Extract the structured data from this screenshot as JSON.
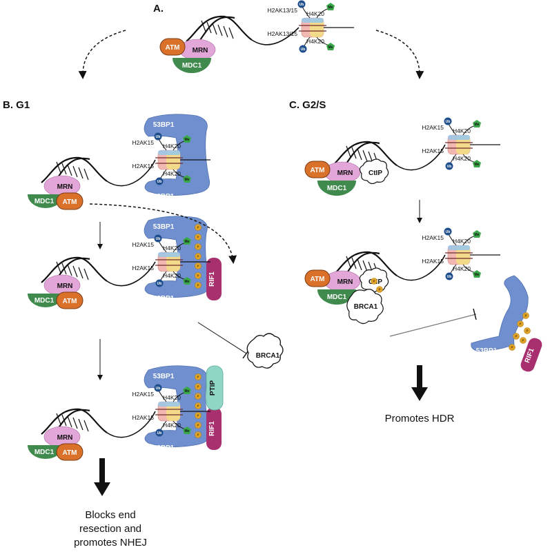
{
  "panels": {
    "a": {
      "label": "A."
    },
    "b": {
      "label": "B. G1"
    },
    "c": {
      "label": "C. G2/S"
    }
  },
  "proteins": {
    "atm": "ATM",
    "mrn": "MRN",
    "mdc1": "MDC1",
    "ctip": "CtIP",
    "brca1": "BRCA1",
    "bp53": "53BP1",
    "rif1": "RIF1",
    "ptip": "PTIP"
  },
  "marks": {
    "h2ak1315": "H2AK13/15",
    "h2ak15": "H2AK15",
    "h4k20": "H4K20",
    "ub": "Ub",
    "me": "Me",
    "p": "P"
  },
  "outcomes": {
    "hdr": "Promotes HDR",
    "nhej_line1": "Blocks end",
    "nhej_line2": "resection and",
    "nhej_line3": "promotes NHEJ"
  },
  "colors": {
    "atm": "#d9712b",
    "mrn": "#e3a6d9",
    "mdc1": "#3f8a4c",
    "bp53": "#6f8fcf",
    "rif1": "#a8306f",
    "ptip": "#8fd6c6",
    "phospho": "#e0a52a",
    "ub": "#1f4e8c",
    "me": "#3aa84a"
  }
}
